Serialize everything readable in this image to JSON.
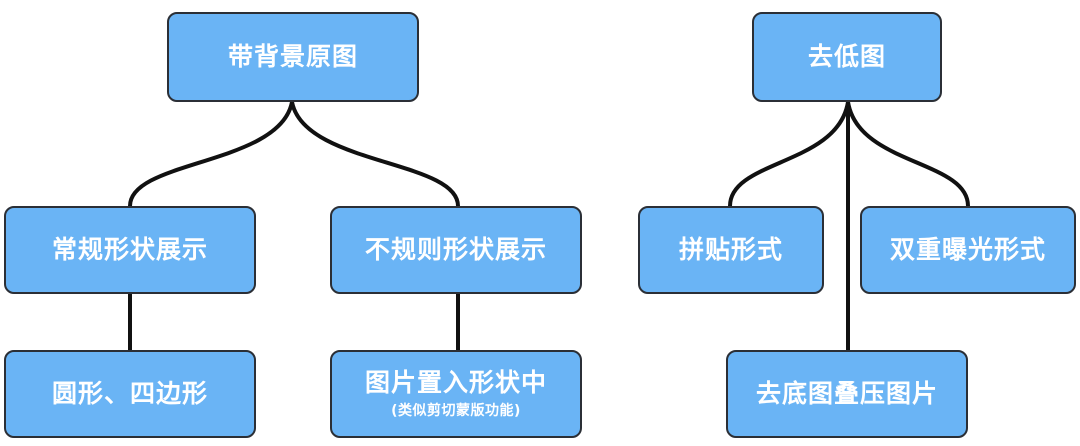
{
  "left_tree": {
    "root": "带背景原图",
    "regular": "常规形状展示",
    "irregular": "不规则形状展示",
    "regular_child": "圆形、四边形",
    "irregular_child": "图片置入形状中",
    "irregular_child_note": "(类似剪切蒙版功能)"
  },
  "right_tree": {
    "root": "去低图",
    "collage": "拼贴形式",
    "double_exposure": "双重曝光形式",
    "overlay": "去底图叠压图片"
  },
  "colors": {
    "node_fill": "#6ab4f5",
    "node_border": "#2b2f36",
    "node_text": "#ffffff",
    "connector": "#111111"
  }
}
